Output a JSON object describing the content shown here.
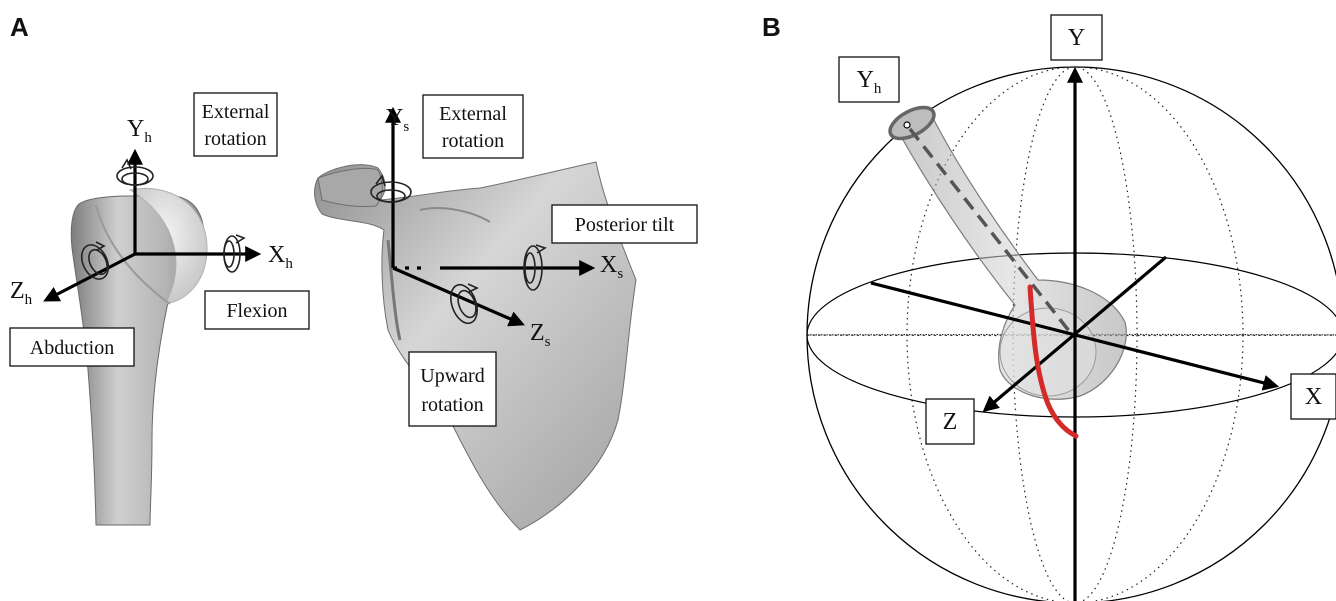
{
  "panels": {
    "a": {
      "letter": "A"
    },
    "b": {
      "letter": "B"
    }
  },
  "humerus": {
    "axis_y": "Y",
    "axis_y_sub": "h",
    "axis_x": "X",
    "axis_x_sub": "h",
    "axis_z": "Z",
    "axis_z_sub": "h",
    "external_rotation_line1": "External",
    "external_rotation_line2": "rotation",
    "flexion": "Flexion",
    "abduction": "Abduction"
  },
  "scapula": {
    "axis_y": "Y",
    "axis_y_sub": "s",
    "axis_x": "X",
    "axis_x_sub": "s",
    "axis_z": "Z",
    "axis_z_sub": "s",
    "external_rotation_line1": "External",
    "external_rotation_line2": "rotation",
    "posterior_tilt": "Posterior tilt",
    "upward_rotation_line1": "Upward",
    "upward_rotation_line2": "rotation"
  },
  "sphere": {
    "axis_y": "Y",
    "axis_x": "X",
    "axis_z": "Z",
    "humeral_axis": "Y",
    "humeral_axis_sub": "h"
  },
  "colors": {
    "bone_fill": "#c9c9c9",
    "bone_shade": "#8e8e8e",
    "trajectory": "#d42a2a",
    "axis": "#000000"
  }
}
